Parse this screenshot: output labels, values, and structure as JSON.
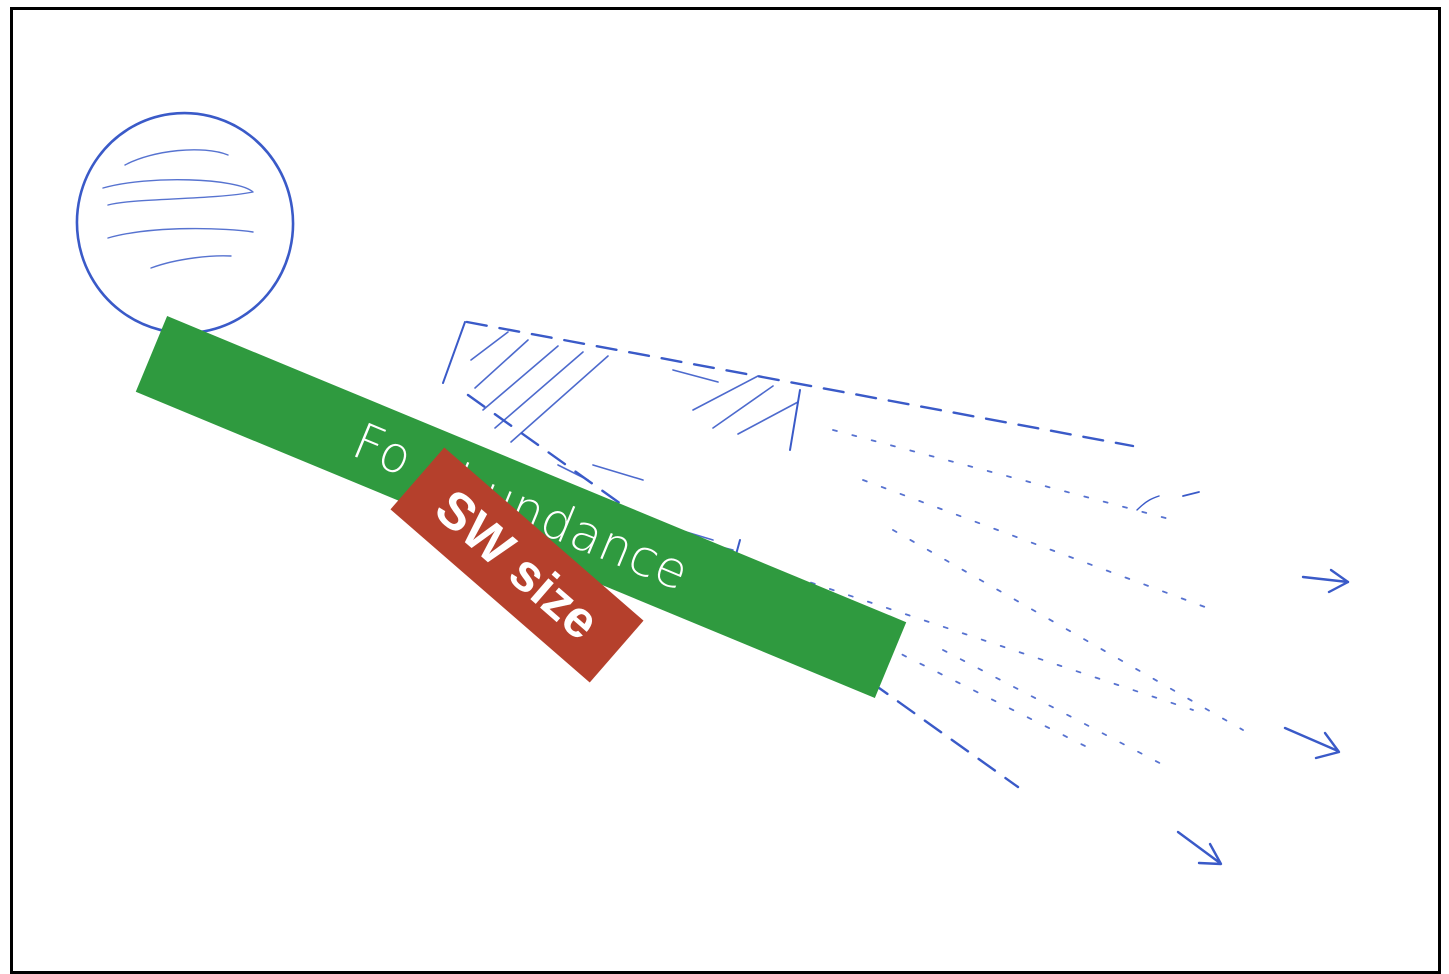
{
  "labels": {
    "fo_abundance": "Fo abundance",
    "sw_size": "SW size"
  },
  "colors": {
    "frame": "#000000",
    "ink": "#3a5ac8",
    "fo_abundance_fill": "#2f9a3f",
    "sw_size_fill": "#b5402c",
    "label_text": "#ffffff"
  },
  "icons": {
    "sphere": "hatched-circle-sketch",
    "cone": "dashed-cone-sketch",
    "arrows": "arrow-sketch"
  }
}
